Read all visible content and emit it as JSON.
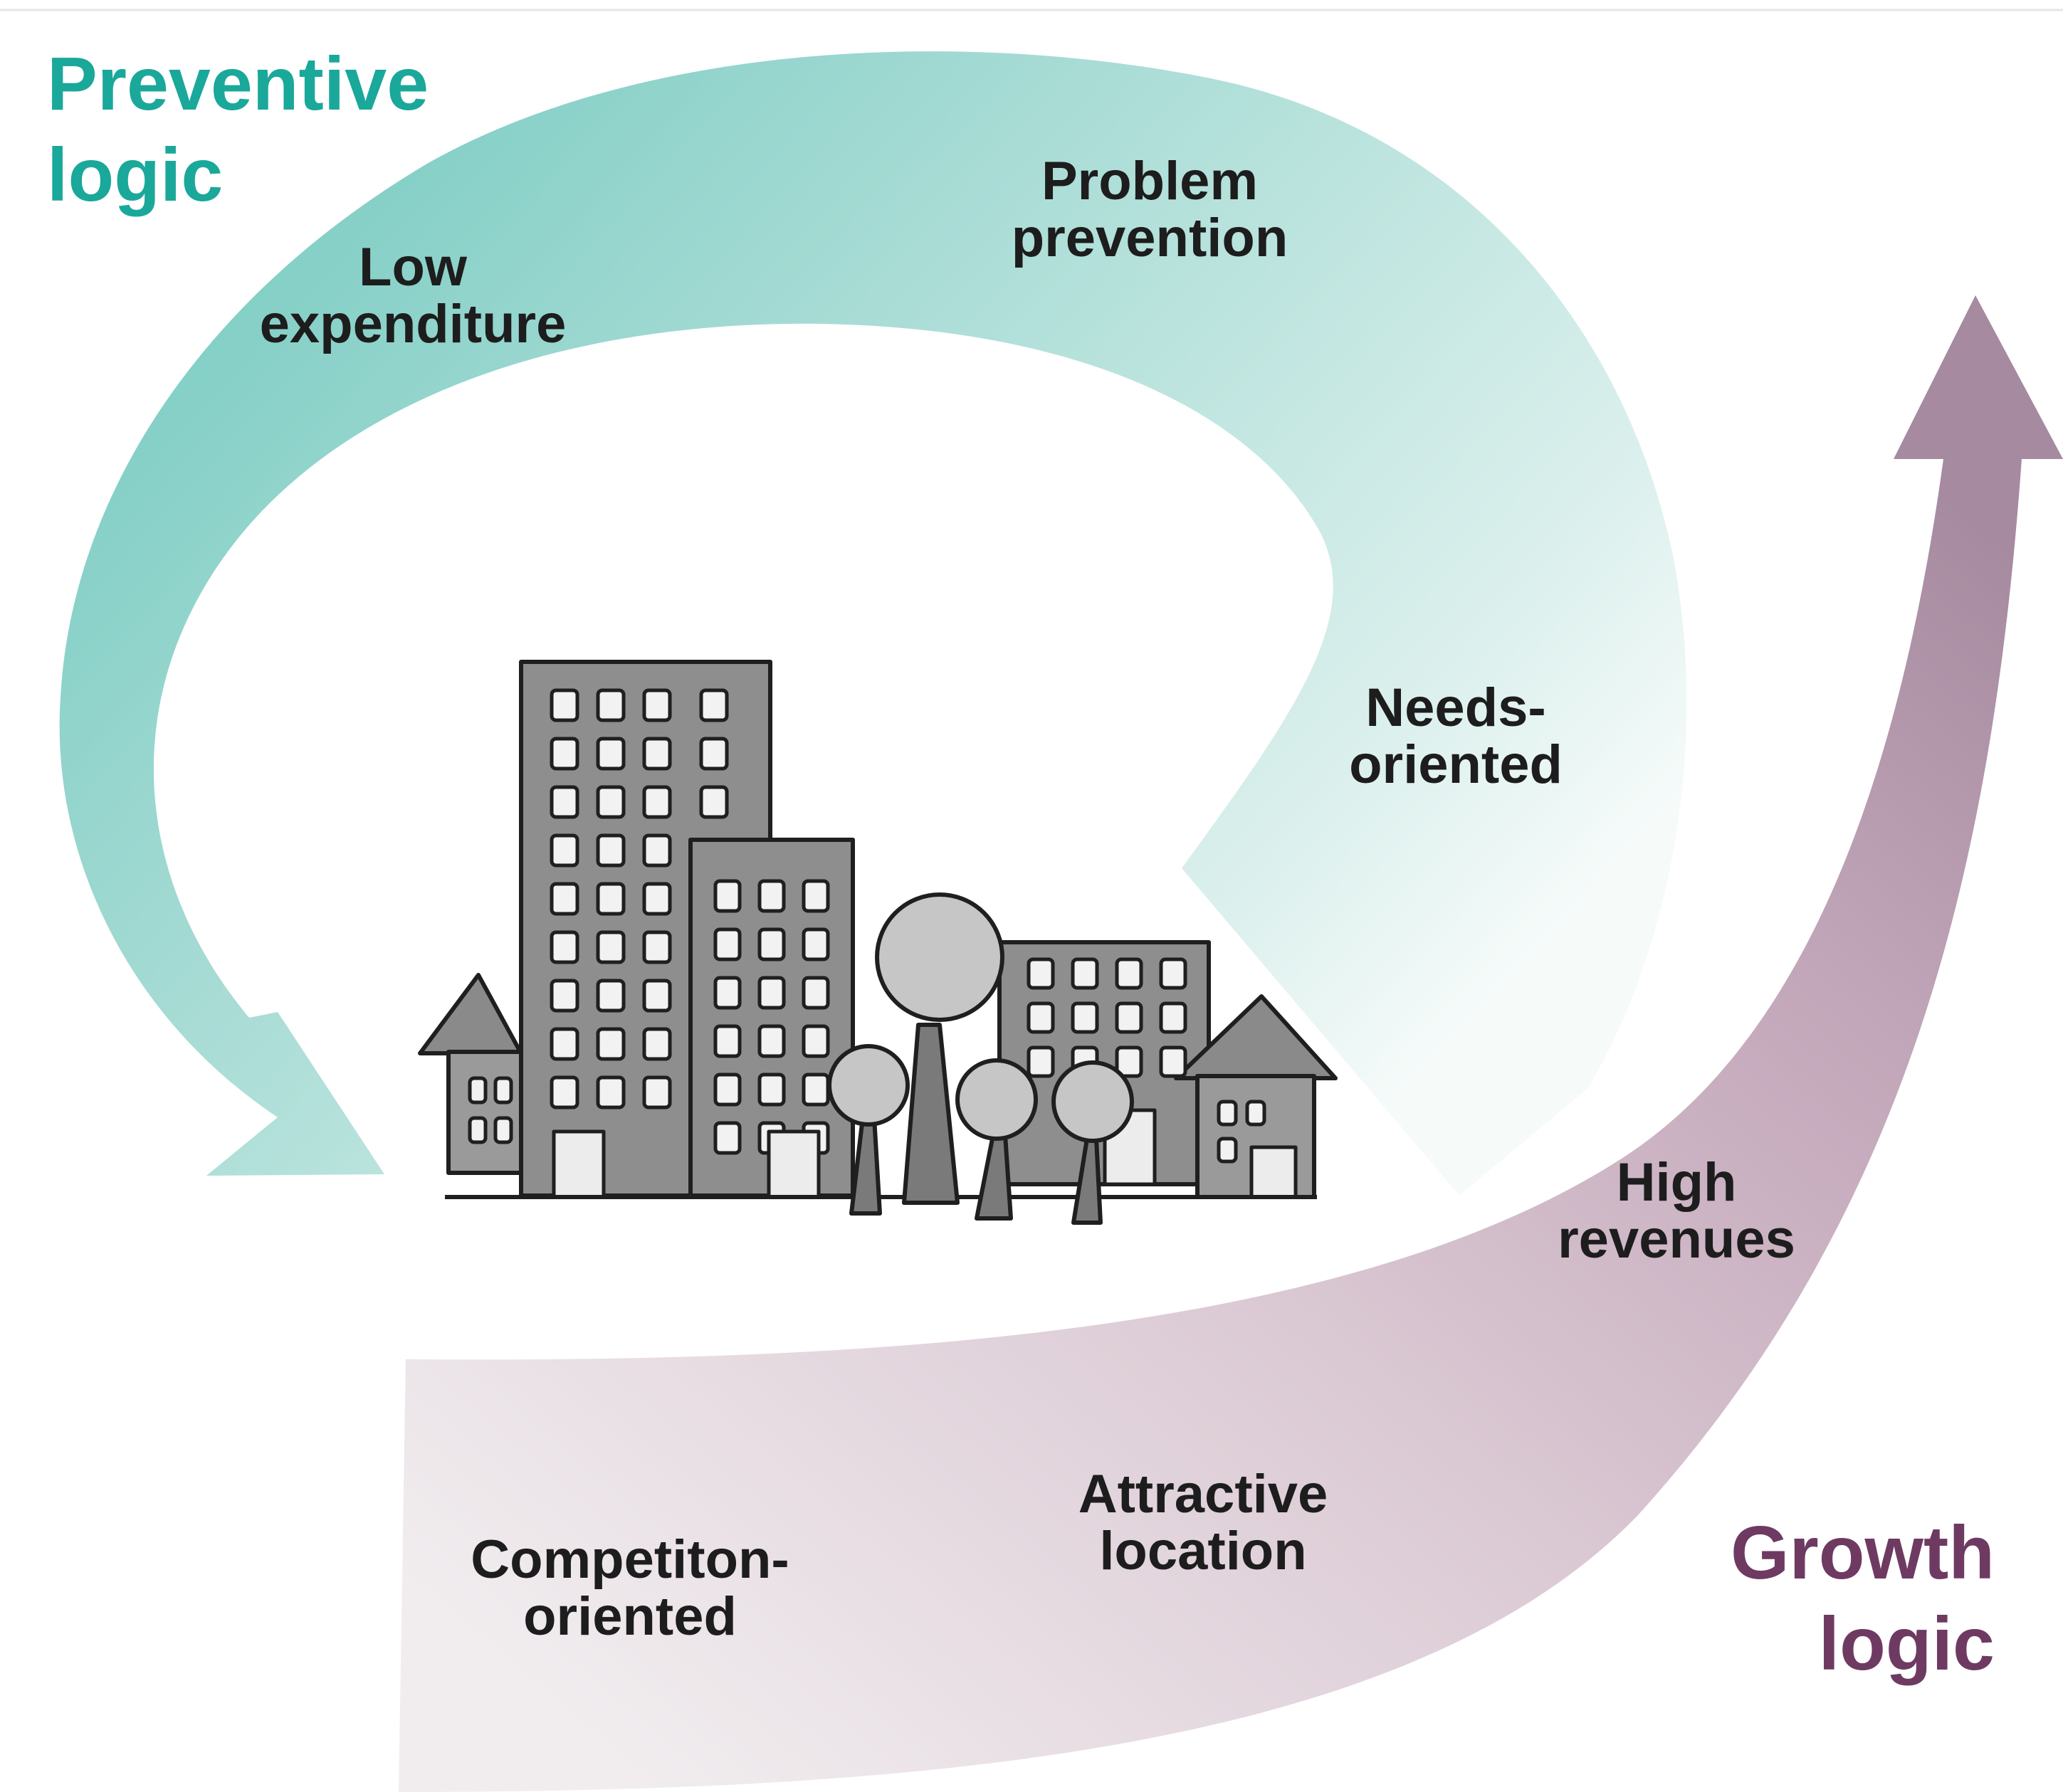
{
  "colors": {
    "preventive": "#1aa89a",
    "growth": "#6e3a62",
    "building": "#8e8e8e",
    "building_light": "#a8a8a8",
    "outline": "#1f1f1f"
  },
  "preventive_logic": {
    "line1": "Preventive",
    "line2": "logic"
  },
  "growth_logic": {
    "line1": "Growth",
    "line2": "logic"
  },
  "labels": {
    "low_expenditure": {
      "line1": "Low",
      "line2": "expenditure"
    },
    "problem_prevention": {
      "line1": "Problem",
      "line2": "prevention"
    },
    "needs_oriented": {
      "line1": "Needs-",
      "line2": "oriented"
    },
    "high_revenues": {
      "line1": "High",
      "line2": "revenues"
    },
    "attractive_location": {
      "line1": "Attractive",
      "line2": "location"
    },
    "competition_oriented": {
      "line1": "Competiton-",
      "line2": "oriented"
    }
  },
  "illustration": {
    "icon": "city-buildings-with-trees-icon"
  }
}
